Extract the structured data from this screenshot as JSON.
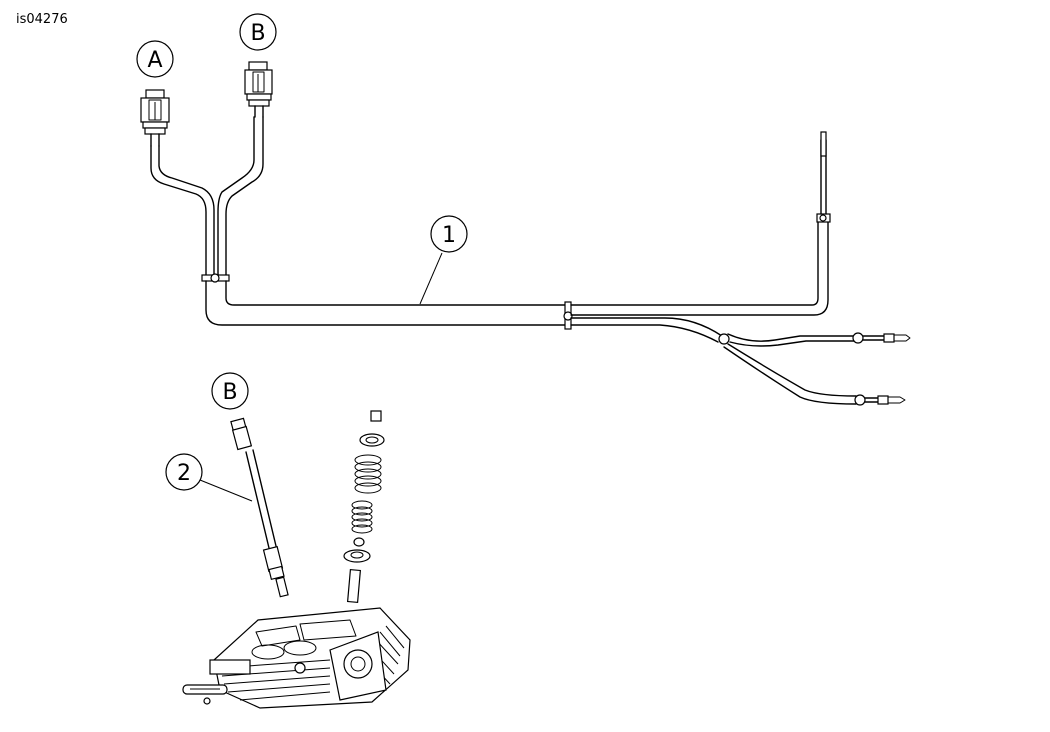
{
  "figure_id": "is04276",
  "callouts": {
    "connector_a": "A",
    "connector_b_harness": "B",
    "harness": "1",
    "connector_b_sensor": "B",
    "sensor": "2"
  }
}
